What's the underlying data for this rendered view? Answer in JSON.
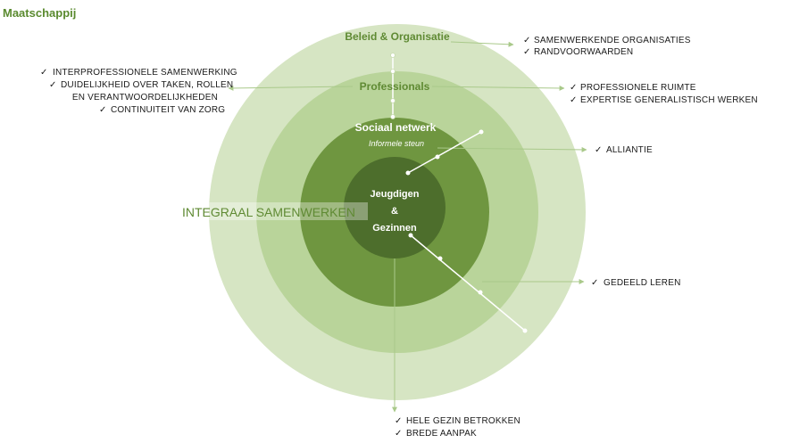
{
  "title": "Maatschappij",
  "rings": {
    "policy": "Beleid & Organisatie",
    "professionals": "Professionals",
    "social_network": "Sociaal netwerk",
    "social_network_sub": "Informele steun",
    "core_line1": "Jeugdigen",
    "core_line2": "&",
    "core_line3": "Gezinnen"
  },
  "integral_label": "INTEGRAAL SAMENWERKEN",
  "notes": {
    "policy": [
      "SAMENWERKENDE ORGANISATIES",
      "RANDVOORWAARDEN"
    ],
    "professionals_left": [
      "INTERPROFESSIONELE SAMENWERKING",
      "DUIDELIJKHEID OVER TAKEN, ROLLEN",
      "EN VERANTWOORDELIJKHEDEN",
      "CONTINUITEIT VAN ZORG"
    ],
    "professionals_right": [
      "PROFESSIONELE RUIMTE",
      "EXPERTISE GENERALISTISCH WERKEN"
    ],
    "alliance": [
      "ALLIANTIE"
    ],
    "shared_learning": [
      "GEDEELD LEREN"
    ],
    "family": [
      "HELE GEZIN BETROKKEN",
      "BREDE AANPAK"
    ]
  },
  "check_mark": "✓",
  "colors": {
    "ring_outer": "#d6e5c3",
    "ring_second": "#b9d49a",
    "ring_third": "#6f9640",
    "ring_core": "#4d6e2c",
    "title": "#5a8a2f",
    "ring_label_dark": "#5f8a33",
    "connector": "#a9c98a"
  }
}
